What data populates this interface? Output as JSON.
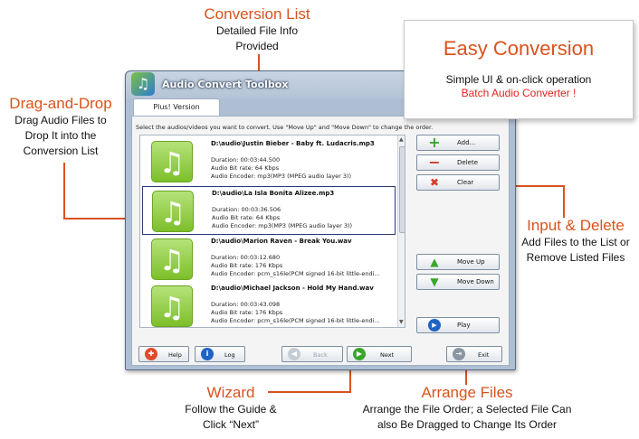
{
  "callouts": {
    "conversion_list": {
      "title": "Conversion List",
      "line1": "Detailed File Info",
      "line2": "Provided"
    },
    "drag_drop": {
      "title": "Drag-and-Drop",
      "line1": "Drag Audio Files to",
      "line2": "Drop It into the",
      "line3": "Conversion List"
    },
    "easy_conversion": {
      "title": "Easy Conversion",
      "line1": "Simple UI & on-click operation",
      "highlight": "Batch Audio Converter !"
    },
    "input_delete": {
      "title": "Input & Delete",
      "line1": "Add Files to the List or",
      "line2": "Remove Listed Files"
    },
    "wizard": {
      "title": "Wizard",
      "line1": "Follow the Guide &",
      "line2": "Click “Next”"
    },
    "arrange": {
      "title": "Arrange Files",
      "line1": "Arrange the File Order; a Selected File Can",
      "line2": "also Be Dragged to Change Its Order"
    }
  },
  "window": {
    "title": "Audio Convert Toolbox",
    "tab": "Plus! Version",
    "instruction": "Select the audios/videos you want to convert. Use \"Move Up\" and \"Move Down\" to change the order."
  },
  "files": [
    {
      "name": "D:\\audio\\Justin Bieber - Baby ft. Ludacris.mp3",
      "duration": "Duration: 00:03:44.500",
      "bitrate": "Audio Bit rate: 64 Kbps",
      "encoder": "Audio Encoder: mp3(MP3 (MPEG audio layer 3))"
    },
    {
      "name": "D:\\audio\\La Isla Bonita Alizee.mp3",
      "duration": "Duration: 00:03:36.506",
      "bitrate": "Audio Bit rate: 64 Kbps",
      "encoder": "Audio Encoder: mp3(MP3 (MPEG audio layer 3))"
    },
    {
      "name": "D:\\audio\\Marion Raven - Break You.wav",
      "duration": "Duration: 00:03:12.680",
      "bitrate": "Audio Bit rate: 176 Kbps",
      "encoder": "Audio Encoder: pcm_s16le(PCM signed 16-bit little-endi..."
    },
    {
      "name": "D:\\audio\\Michael Jackson - Hold My Hand.wav",
      "duration": "Duration: 00:03:43.098",
      "bitrate": "Audio Bit rate: 176 Kbps",
      "encoder": "Audio Encoder: pcm_s16le(PCM signed 16-bit little-endi..."
    }
  ],
  "side_buttons": {
    "add": "Add...",
    "delete": "Delete",
    "clear": "Clear",
    "move_up": "Move Up",
    "move_down": "Move Down",
    "play": "Play"
  },
  "bottom_buttons": {
    "help": "Help",
    "log": "Log",
    "back": "Back",
    "next": "Next",
    "exit": "Exit"
  },
  "colors": {
    "accent": "#d9531e",
    "highlight": "#e3231f",
    "music_green": "#7cbf2a"
  }
}
